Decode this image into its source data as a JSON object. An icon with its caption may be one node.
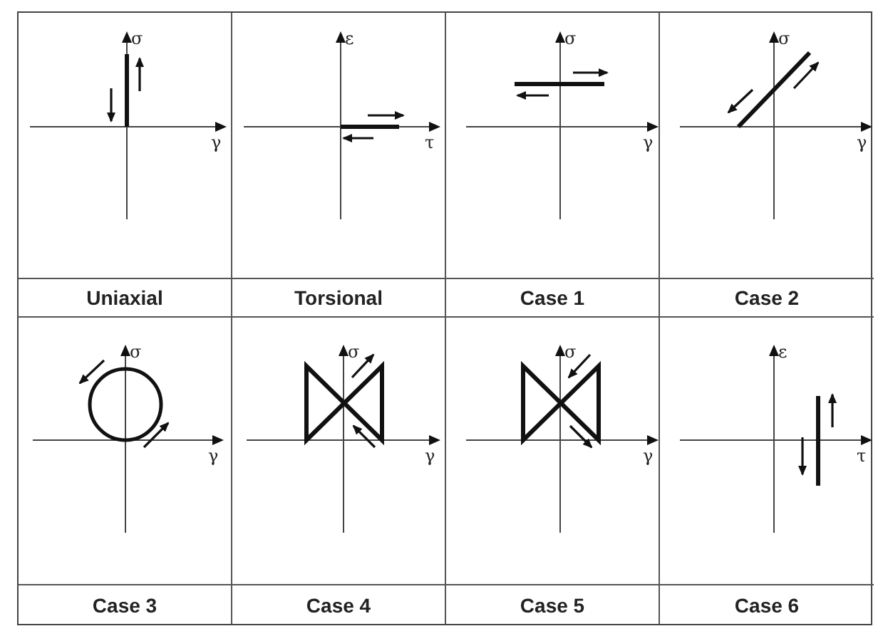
{
  "diagram": {
    "labels": [
      "σ",
      "γ",
      "ε",
      "τ",
      "σ",
      "γ",
      "σ",
      "γ",
      "Uniaxial",
      "Torsional",
      "Case 1",
      "Case 2",
      "σ",
      "γ",
      "σ",
      "γ",
      "σ",
      "γ",
      "ε",
      "τ",
      "Case 3",
      "Case 4",
      "Case 5",
      "Case 6"
    ]
  }
}
